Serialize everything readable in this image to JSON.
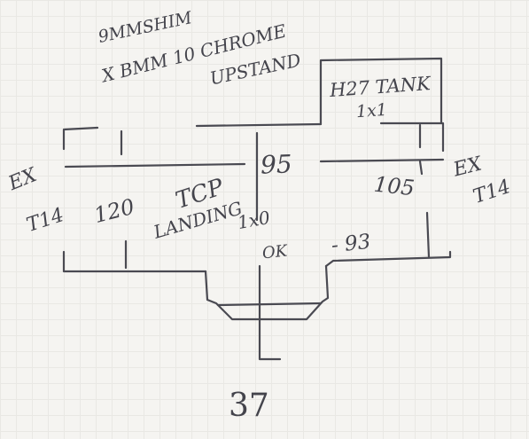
{
  "annotations": {
    "shim_line1": "9MMSHIM",
    "shim_line2": "X BMM 10 CHROME",
    "shim_line3": "UPSTAND",
    "tank_line1": "H27 TANK",
    "tank_line2": "1x1",
    "ex_left_1": "EX",
    "ex_left_2": "T14",
    "ex_right_1": "EX",
    "ex_right_2": "T14",
    "dim_120": "120",
    "dim_95": "95",
    "dim_105": "105",
    "dim_93": "- 93",
    "tcp_1": "TCP",
    "tcp_2": "LANDING",
    "tcp_3": "1x0",
    "ok": "OK",
    "page_number": "37"
  }
}
